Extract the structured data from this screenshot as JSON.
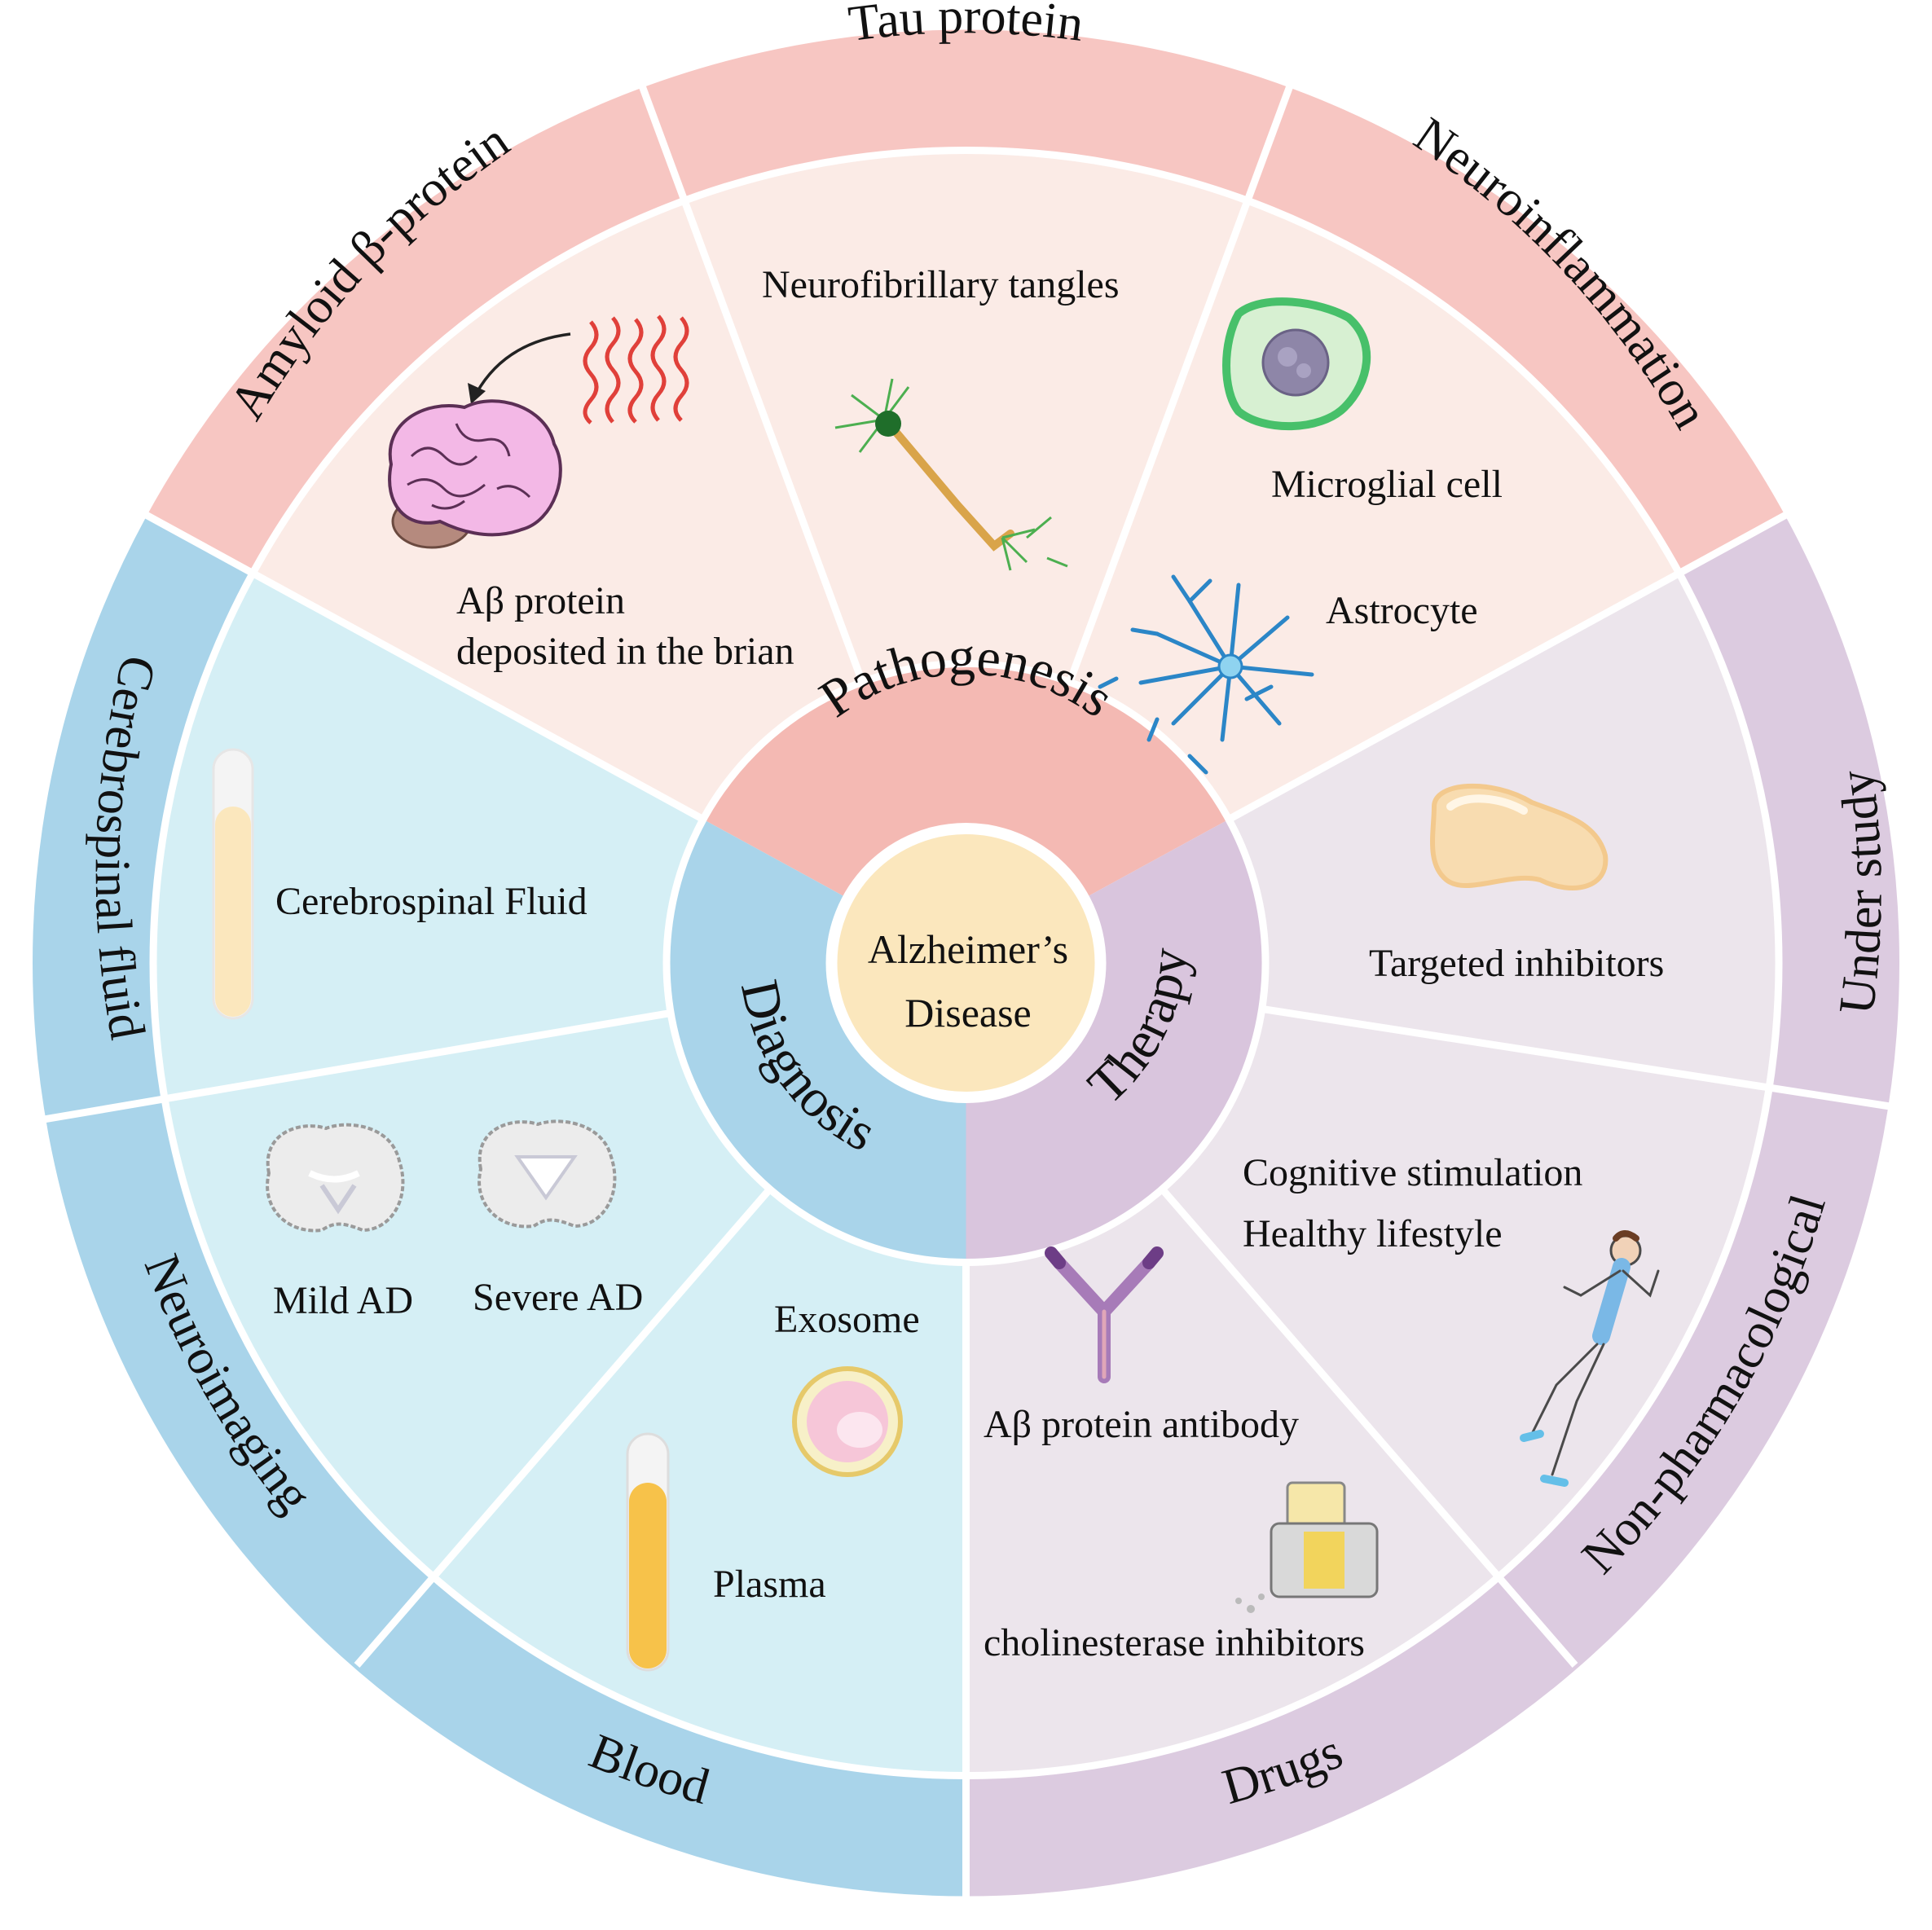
{
  "center": {
    "line1": "Alzheimer’s",
    "line2": "Disease"
  },
  "hub": {
    "pathogenesis": "Pathogenesis",
    "diagnosis": "Diagnosis",
    "therapy": "Therapy"
  },
  "outer": {
    "amyloid": "Amyloid β-protein",
    "tau": "Tau protein",
    "neuroinflammation": "Neuroinflammation",
    "under_study": "Under study",
    "non_pharmacological": "Non-pharmacological",
    "drugs": "Drugs",
    "blood": "Blood",
    "neuroimaging": "Neuroimaging",
    "csf": "Cerebrospinal fluid"
  },
  "inner": {
    "abeta_line1": "Aβ protein",
    "abeta_line2": "deposited in the brian",
    "tangles": "Neurofibrillary tangles",
    "microglial": "Microglial cell",
    "astrocyte": "Astrocyte",
    "targeted": "Targeted inhibitors",
    "cognitive": "Cognitive stimulation",
    "lifestyle": "Healthy lifestyle",
    "antibody": "Aβ protein antibody",
    "cholinesterase": "cholinesterase inhibitors",
    "exosome": "Exosome",
    "plasma": "Plasma",
    "mild": "Mild AD",
    "severe": "Severe AD",
    "csf_fluid": "Cerebrospinal Fluid"
  },
  "colors": {
    "pathogenesis_outer": "#f7c6c2",
    "pathogenesis_inner": "#fbebe6",
    "pathogenesis_hub": "#f4b9b3",
    "diagnosis_outer": "#a9d4ea",
    "diagnosis_inner": "#d5eff5",
    "diagnosis_hub": "#a9d4ea",
    "therapy_outer": "#dccbe0",
    "therapy_inner": "#ece5ec",
    "therapy_hub": "#d9c5dd",
    "center": "#fbe7bd"
  }
}
